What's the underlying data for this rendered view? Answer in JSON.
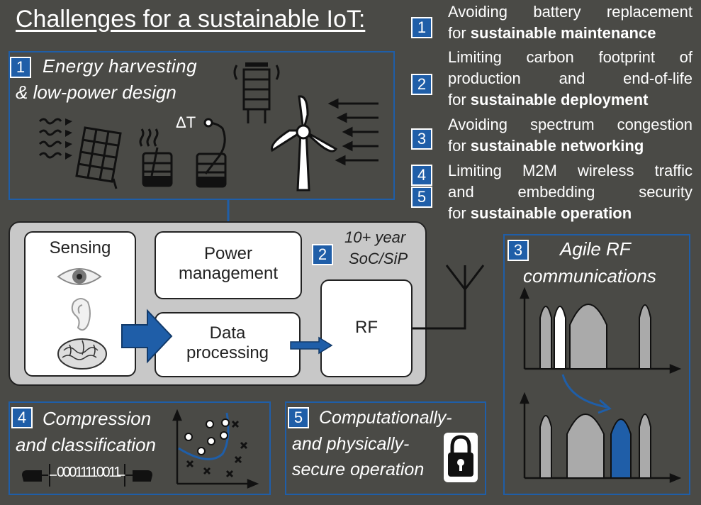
{
  "title": "Challenges for a sustainable IoT:",
  "legend": [
    {
      "num": "1",
      "line1": "Avoiding battery replacement",
      "line2_prefix": "for ",
      "line2_bold": "sustainable maintenance"
    },
    {
      "num": "2",
      "line1": "Limiting carbon footprint of",
      "line1b": "production and end-of-life",
      "line2_prefix": "for ",
      "line2_bold": "sustainable deployment"
    },
    {
      "num": "3",
      "line1": "Avoiding spectrum congestion",
      "line2_prefix": "for ",
      "line2_bold": "sustainable networking"
    },
    {
      "num": "4",
      "num2": "5",
      "line1": "Limiting M2M wireless traffic",
      "line1b": "and embedding security",
      "line2_prefix": "for ",
      "line2_bold": "sustainable operation"
    }
  ],
  "box1": {
    "num": "1",
    "line1": "Energy harvesting",
    "line2": "& low-power design",
    "delta_t": "ΔT"
  },
  "soc": {
    "num": "2",
    "label1": "10+ year",
    "label2": "SoC/SiP",
    "sensing": "Sensing",
    "power1": "Power",
    "power2": "management",
    "data1": "Data",
    "data2": "processing",
    "rf": "RF"
  },
  "box3": {
    "num": "3",
    "line1": "Agile RF",
    "line2": "communications"
  },
  "box4": {
    "num": "4",
    "line1": "Compression",
    "line2": "and classification",
    "bits": "00011110011"
  },
  "box5": {
    "num": "5",
    "line1": "Computationally-",
    "line2": "and physically-",
    "line3": "secure operation"
  },
  "colors": {
    "background": "#4a4a46",
    "accent_blue": "#1f5ea8",
    "soc_gray": "#c8c8c8"
  }
}
